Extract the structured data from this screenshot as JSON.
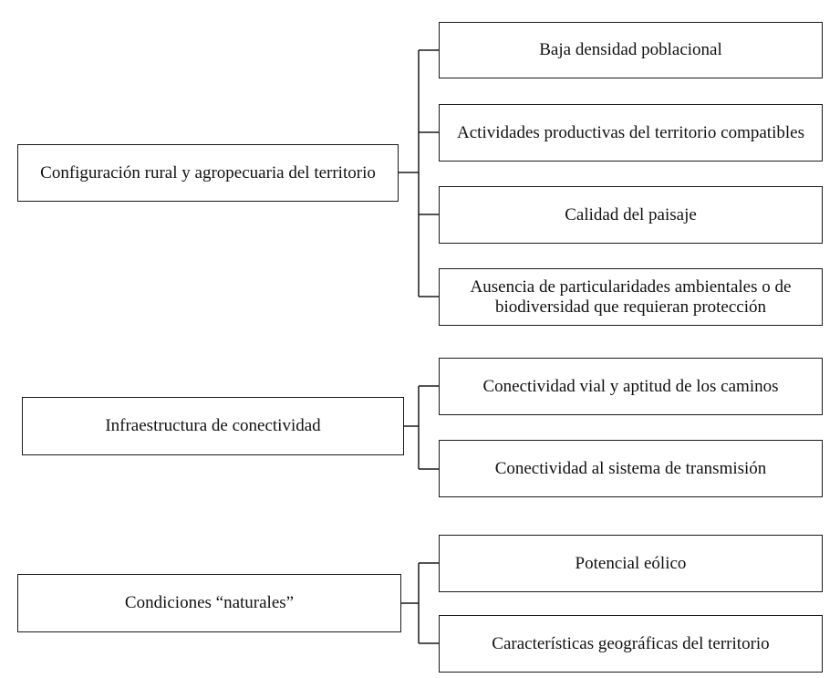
{
  "groups": [
    {
      "parent": "Configuración rural y agropecuaria del territorio",
      "children": [
        "Baja densidad poblacional",
        "Actividades productivas del territorio compatibles",
        "Calidad del paisaje",
        "Ausencia de particularidades ambientales o de biodiversidad que requieran protección"
      ]
    },
    {
      "parent": "Infraestructura de conectividad",
      "children": [
        "Conectividad vial y aptitud de los caminos",
        "Conectividad al sistema de transmisión"
      ]
    },
    {
      "parent": "Condiciones “naturales”",
      "children": [
        "Potencial eólico",
        "Características geográficas del territorio"
      ]
    }
  ]
}
